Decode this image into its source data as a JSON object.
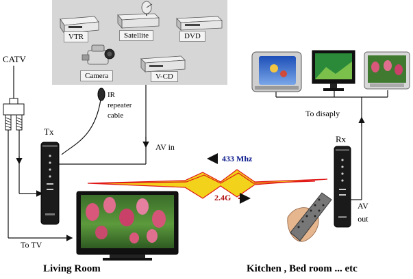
{
  "sources": {
    "vtr": "VTR",
    "satellite": "Satellite",
    "dvd": "DVD",
    "camera": "Camera",
    "vcd": "V-CD"
  },
  "labels": {
    "catv": "CATV",
    "ir_cable": "IR\nrepeater\ncable",
    "tx": "Tx",
    "av_in": "AV in",
    "freq_433": "433 Mhz",
    "freq_24g": "2.4G",
    "rx": "Rx",
    "to_display": "To disaply",
    "av_out": "AV\nout",
    "to_tv": "To TV",
    "living_room": "Living Room",
    "kitchen": "Kitchen , Bed room ... etc"
  },
  "colors": {
    "source_panel": "#d6d6d6",
    "signal_line": "#111111",
    "wave_red": "#e01818",
    "wave_yellow": "#f2d21a",
    "freq_433": "#0a1a8c",
    "freq_24g": "#b01010"
  }
}
